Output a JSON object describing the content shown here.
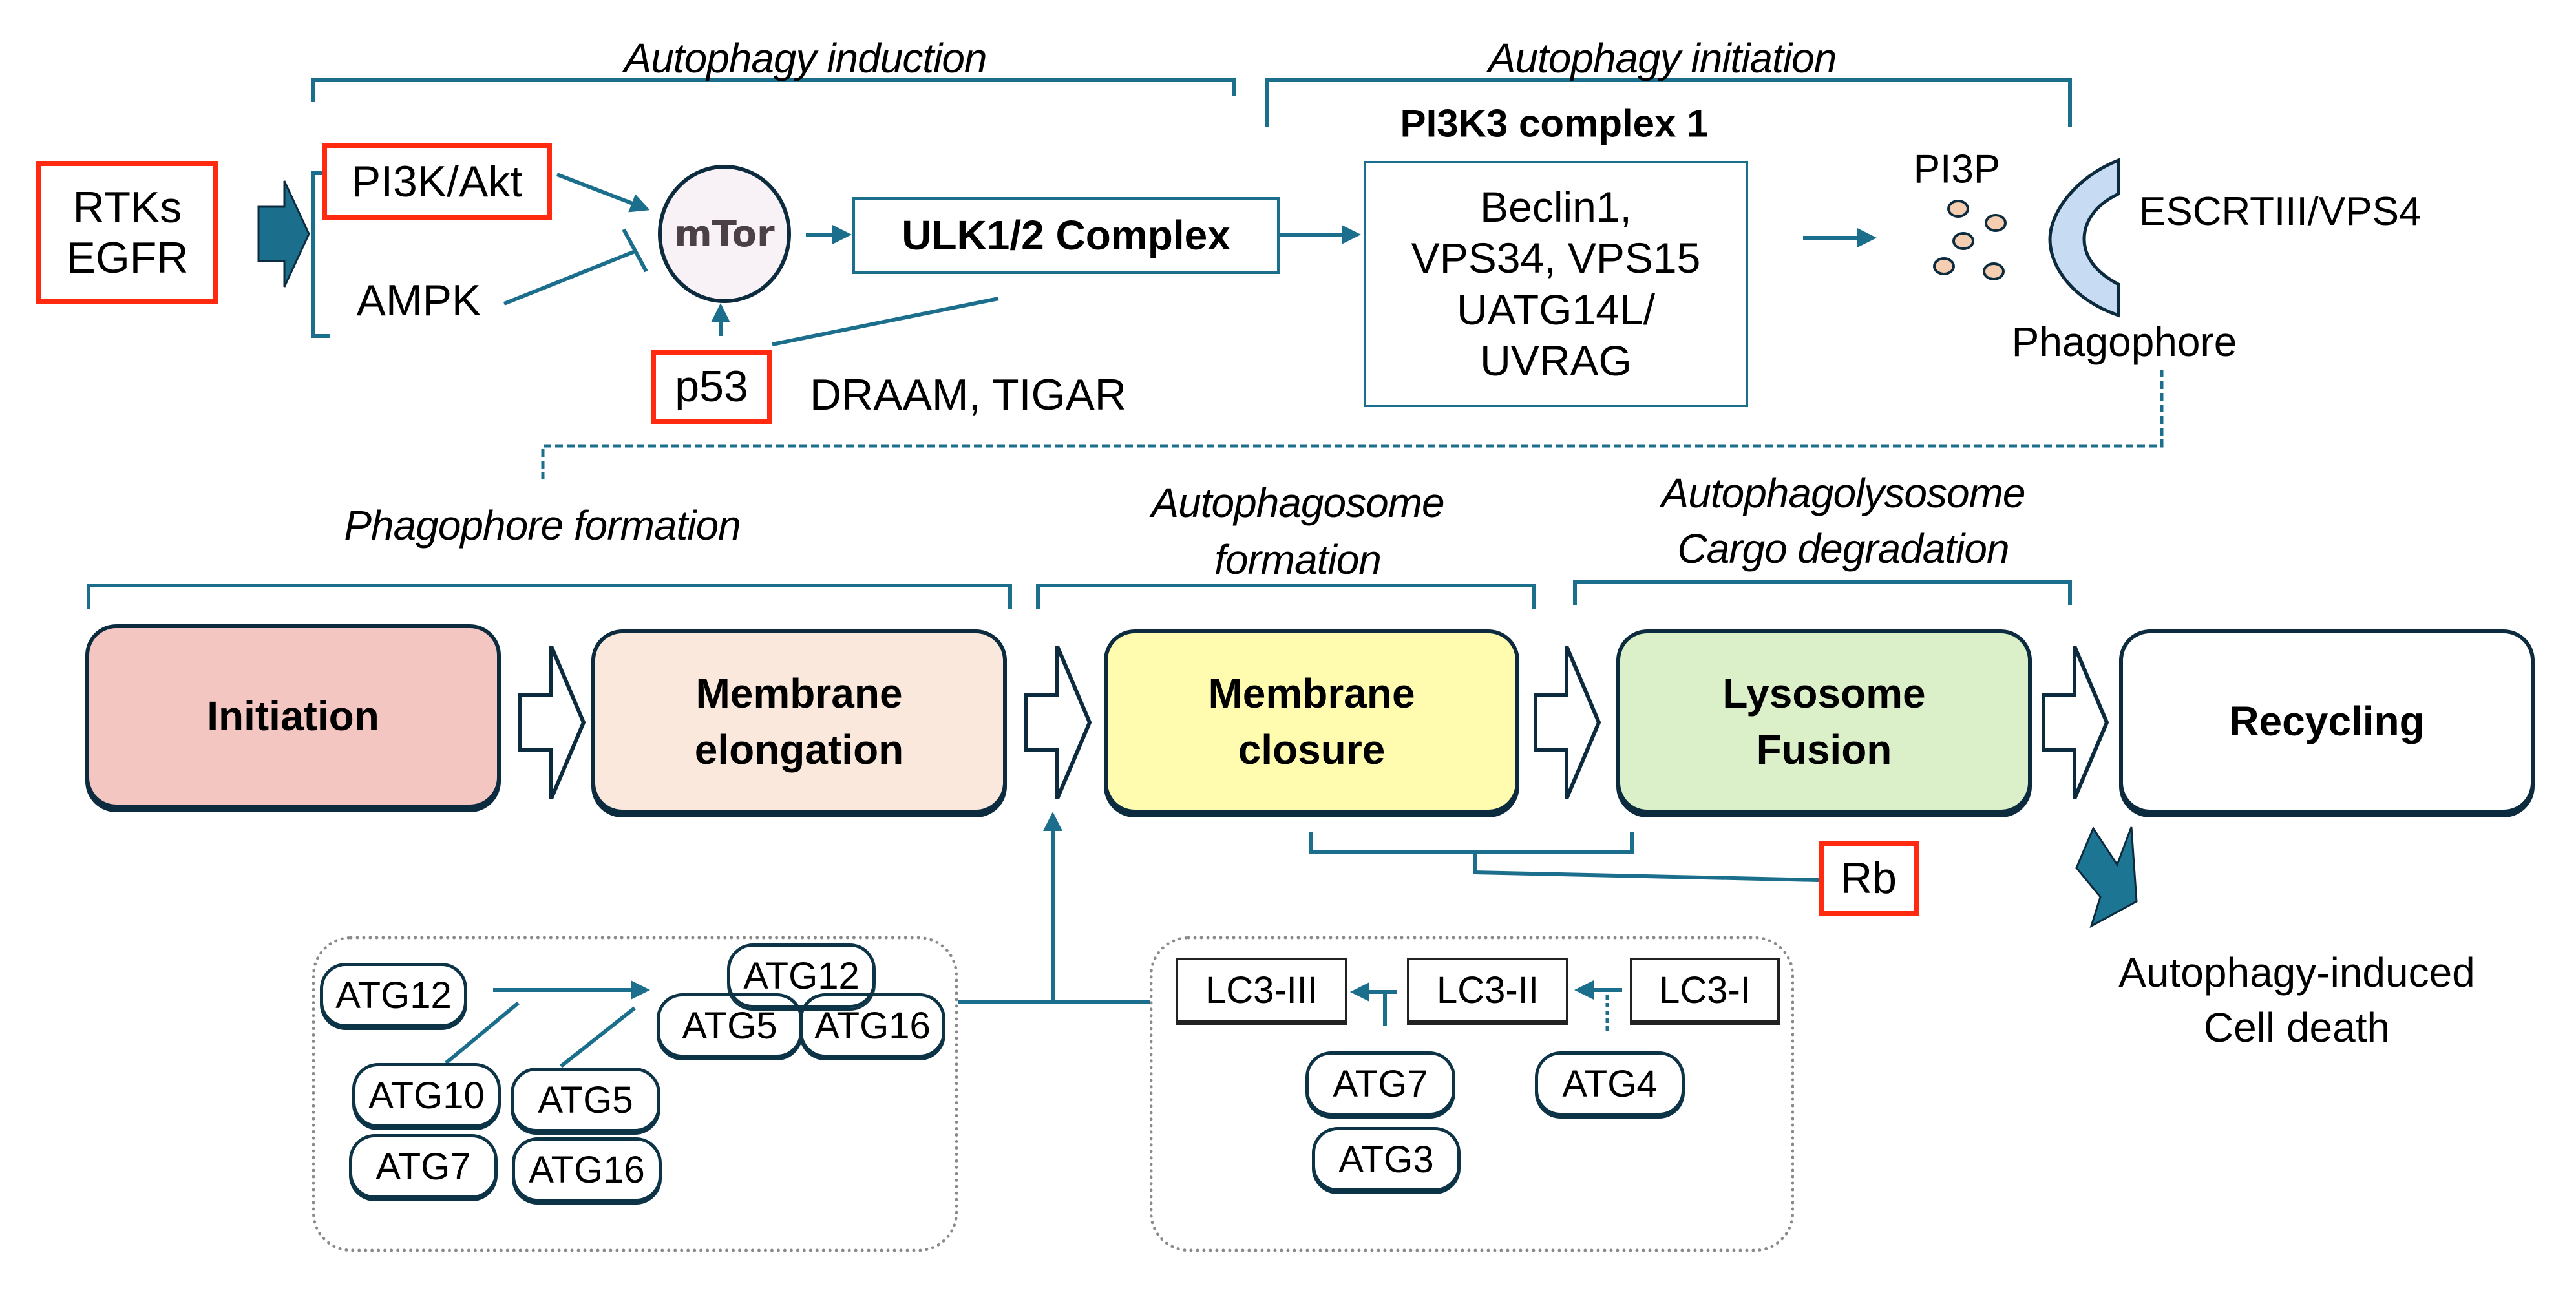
{
  "colors": {
    "teal": "#1b6f8d",
    "dark_outline": "#0d2b3e",
    "highlight_red": "#ff2a10",
    "initiation_fill": "#f3c6c2",
    "elongation_fill": "#fbe8dc",
    "closure_fill": "#fffcb0",
    "fusion_fill": "#dbf0c8",
    "recycling_fill": "#ffffff",
    "mtor_fill": "#f8f1f6",
    "pi3p_vesicle_fill": "#f5cdb0"
  },
  "top": {
    "section_labels": {
      "induction": "Autophagy induction",
      "initiation": "Autophagy initiation"
    },
    "receptors": [
      "RTKs",
      "EGFR"
    ],
    "pi3k_akt": "PI3K/Akt",
    "ampk": "AMPK",
    "mtor": "mTor",
    "ulk": "ULK1/2 Complex",
    "p53": "p53",
    "draam_tigar": "DRAAM, TIGAR",
    "pi3k3_title": "PI3K3 complex 1",
    "pi3k3_members": [
      "Beclin1,",
      "VPS34, VPS15",
      "UATG14L/",
      "UVRAG"
    ],
    "pi3p": "PI3P",
    "escrt": "ESCRTIII/VPS4",
    "phagophore": "Phagophore"
  },
  "middle": {
    "phase_labels": {
      "phagophore_formation": "Phagophore formation",
      "autophagosome_formation": [
        "Autophagosome",
        "formation"
      ],
      "autophagolysosome": [
        "Autophagolysosome",
        "Cargo degradation"
      ]
    },
    "stages": [
      {
        "lines": [
          "Initiation"
        ]
      },
      {
        "lines": [
          "Membrane",
          "elongation"
        ]
      },
      {
        "lines": [
          "Membrane",
          "closure"
        ]
      },
      {
        "lines": [
          "Lysosome",
          "Fusion"
        ]
      },
      {
        "lines": [
          "Recycling"
        ]
      }
    ],
    "rb": "Rb",
    "outcome": [
      "Autophagy-induced",
      "Cell death"
    ]
  },
  "bottom": {
    "atg12_conjugation": {
      "atg12_free": "ATG12",
      "atg10": "ATG10",
      "atg7": "ATG7",
      "atg5": "ATG5",
      "atg16": "ATG16",
      "complex_top": "ATG12",
      "complex_left": "ATG5",
      "complex_right": "ATG16"
    },
    "lc3_processing": {
      "lc3_iii": "LC3-III",
      "lc3_ii": "LC3-II",
      "lc3_i": "LC3-I",
      "atg7": "ATG7",
      "atg3": "ATG3",
      "atg4": "ATG4"
    }
  }
}
